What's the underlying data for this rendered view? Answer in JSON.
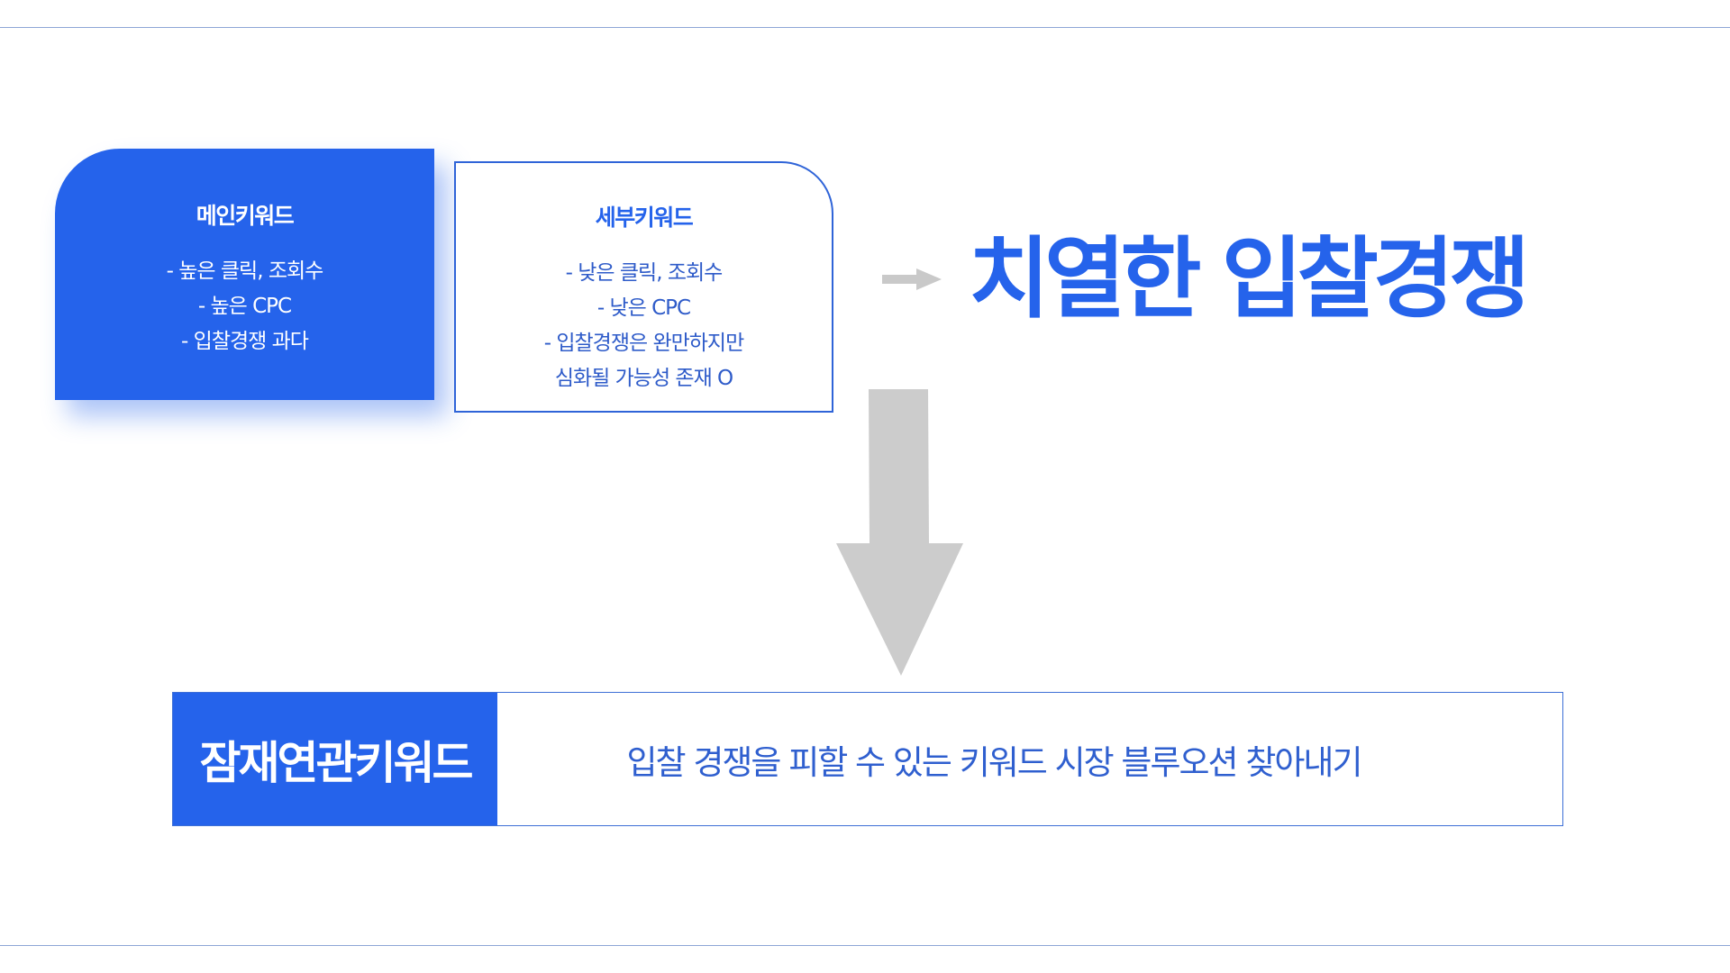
{
  "colors": {
    "accent": "#2563eb",
    "arrow": "#cccccc",
    "rule": "#8ea6d6"
  },
  "main_keyword": {
    "title": "메인키워드",
    "lines": [
      "- 높은 클릭, 조회수",
      "- 높은 CPC",
      "- 입찰경쟁 과다"
    ]
  },
  "sub_keyword": {
    "title": "세부키워드",
    "lines": [
      "- 낮은 클릭, 조회수",
      "- 낮은 CPC",
      "- 입찰경쟁은 완만하지만",
      "심화될 가능성 존재 O"
    ]
  },
  "headline": "치열한 입찰경쟁",
  "potential": {
    "label": "잠재연관키워드",
    "description": "입찰 경쟁을 피할 수 있는 키워드 시장 블루오션 찾아내기"
  },
  "icons": {
    "small_arrow": "right-arrow-icon",
    "big_arrow": "down-arrow-icon"
  }
}
